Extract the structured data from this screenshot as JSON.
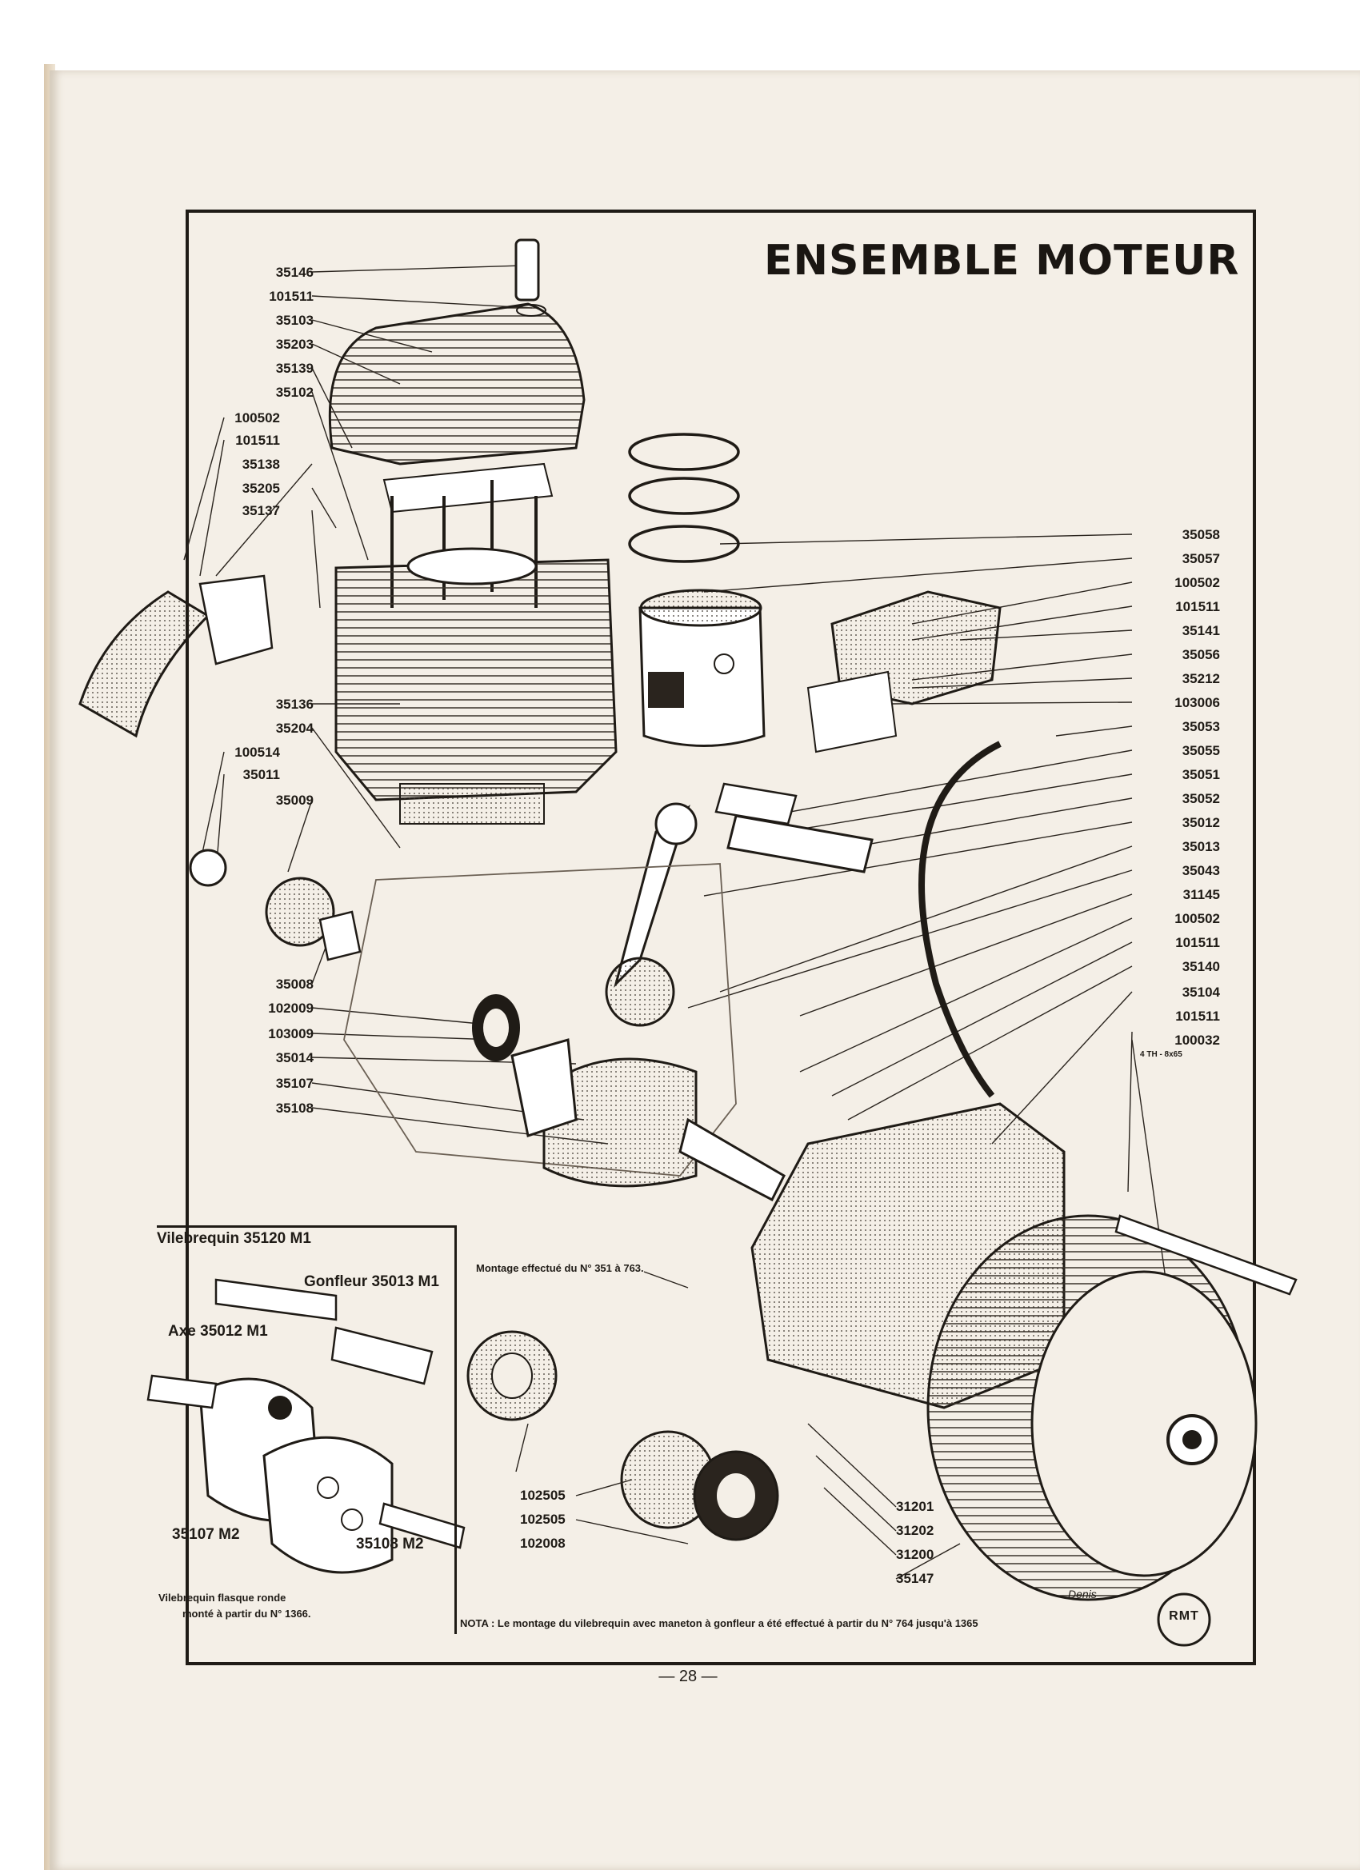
{
  "title": "ENSEMBLE MOTEUR",
  "left_labels": [
    "35146",
    "101511",
    "35103",
    "35203",
    "35139",
    "35102",
    "100502",
    "101511",
    "35138",
    "35205",
    "35137",
    "35136",
    "35204",
    "100514",
    "35011",
    "35009",
    "35008",
    "102009",
    "103009",
    "35014",
    "35107",
    "35108"
  ],
  "right_labels": [
    "35058",
    "35057",
    "100502",
    "101511",
    "35141",
    "35056",
    "35212",
    "103006",
    "35053",
    "35055",
    "35051",
    "35052",
    "35012",
    "35013",
    "35043",
    "31145",
    "100502",
    "101511",
    "35140",
    "35104",
    "101511",
    "100032"
  ],
  "bolt_spec": "4 TH - 8x65",
  "bottom_labels": [
    "102505",
    "102505",
    "102008",
    "31201",
    "31202",
    "31200",
    "35147"
  ],
  "inset": {
    "vilebrequin": "Vilebrequin 35120 M1",
    "gonfleur": "Gonfleur 35013 M1",
    "axe": "Axe 35012 M1",
    "flasque_left": "35107 M2",
    "flasque_right": "35108 M2",
    "caption_line1": "Vilebrequin flasque ronde",
    "caption_line2": "monté à partir du N° 1366."
  },
  "montage_note": "Montage effectué du N° 351 à 763.",
  "nota": "NOTA : Le montage du vilebrequin avec maneton à gonfleur a été effectué à partir du N° 764 jusqu'à 1365",
  "page_number": "— 28 —",
  "logo": "RMT",
  "signature": "Denis"
}
